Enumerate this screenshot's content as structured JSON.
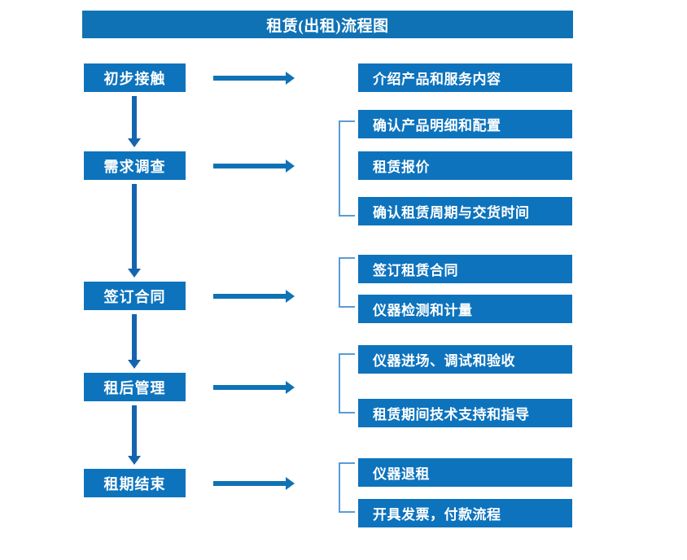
{
  "title": "租赁(出租)流程图",
  "theme": {
    "box_fill": "#0d73bd",
    "title_fill": "#0f72b5",
    "arrow_color": "#0f72b5",
    "v_arrow_color": "#1565ae",
    "bracket_color": "#5b9bd5",
    "text_color": "#ffffff",
    "page_background": "#ffffff"
  },
  "stages": [
    {
      "label": "初步接触"
    },
    {
      "label": "需求调查"
    },
    {
      "label": "签订合同"
    },
    {
      "label": "租后管理"
    },
    {
      "label": "租期结束"
    }
  ],
  "details": [
    {
      "label": "介绍产品和服务内容"
    },
    {
      "label": "确认产品明细和配置"
    },
    {
      "label": "租赁报价"
    },
    {
      "label": "确认租赁周期与交货时间"
    },
    {
      "label": "签订租赁合同"
    },
    {
      "label": "仪器检测和计量"
    },
    {
      "label": "仪器进场、调试和验收"
    },
    {
      "label": "租赁期间技术支持和指导"
    },
    {
      "label": "仪器退租"
    },
    {
      "label": "开具发票，付款流程"
    }
  ],
  "chart_data": {
    "type": "diagram",
    "title": "租赁(出租)流程图",
    "orientation": "vertical-with-branches",
    "nodes": [
      {
        "id": "s1",
        "label": "初步接触",
        "column": "stage",
        "order": 1
      },
      {
        "id": "s2",
        "label": "需求调查",
        "column": "stage",
        "order": 2
      },
      {
        "id": "s3",
        "label": "签订合同",
        "column": "stage",
        "order": 3
      },
      {
        "id": "s4",
        "label": "租后管理",
        "column": "stage",
        "order": 4
      },
      {
        "id": "s5",
        "label": "租期结束",
        "column": "stage",
        "order": 5
      },
      {
        "id": "d1",
        "label": "介绍产品和服务内容",
        "column": "detail",
        "parent": "s1"
      },
      {
        "id": "d2",
        "label": "确认产品明细和配置",
        "column": "detail",
        "parent": "s2"
      },
      {
        "id": "d3",
        "label": "租赁报价",
        "column": "detail",
        "parent": "s2"
      },
      {
        "id": "d4",
        "label": "确认租赁周期与交货时间",
        "column": "detail",
        "parent": "s2"
      },
      {
        "id": "d5",
        "label": "签订租赁合同",
        "column": "detail",
        "parent": "s3"
      },
      {
        "id": "d6",
        "label": "仪器检测和计量",
        "column": "detail",
        "parent": "s3"
      },
      {
        "id": "d7",
        "label": "仪器进场、调试和验收",
        "column": "detail",
        "parent": "s4"
      },
      {
        "id": "d8",
        "label": "租赁期间技术支持和指导",
        "column": "detail",
        "parent": "s4"
      },
      {
        "id": "d9",
        "label": "仪器退租",
        "column": "detail",
        "parent": "s5"
      },
      {
        "id": "d10",
        "label": "开具发票，付款流程",
        "column": "detail",
        "parent": "s5"
      }
    ],
    "edges": [
      {
        "from": "s1",
        "to": "s2",
        "kind": "vertical-arrow"
      },
      {
        "from": "s2",
        "to": "s3",
        "kind": "vertical-arrow"
      },
      {
        "from": "s3",
        "to": "s4",
        "kind": "vertical-arrow"
      },
      {
        "from": "s4",
        "to": "s5",
        "kind": "vertical-arrow"
      },
      {
        "from": "s1",
        "to": "d1",
        "kind": "horizontal-arrow"
      },
      {
        "from": "s2",
        "to": "d2",
        "kind": "horizontal-arrow-bracket"
      },
      {
        "from": "s3",
        "to": "d5",
        "kind": "horizontal-arrow-bracket"
      },
      {
        "from": "s4",
        "to": "d7",
        "kind": "horizontal-arrow-bracket"
      },
      {
        "from": "s5",
        "to": "d9",
        "kind": "horizontal-arrow-bracket"
      }
    ]
  }
}
